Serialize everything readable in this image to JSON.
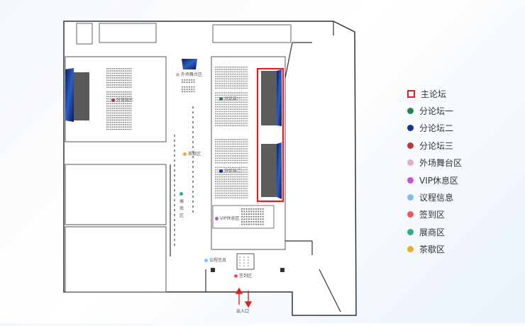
{
  "floorplan": {
    "areas": {
      "forum3": "分论坛三",
      "outdoor_stage": "外场舞台区",
      "forum1": "分论坛一",
      "forum2": "分论坛二",
      "tea": "茶歇区",
      "expo": "展商区",
      "vip": "VIP休息区",
      "agenda": "议程信息",
      "checkin": "签到区",
      "entrance": "出入口"
    },
    "expo_chars": [
      "展",
      "商",
      "区"
    ]
  },
  "legend": {
    "items": [
      {
        "label": "主论坛",
        "color": "#e41d1d",
        "shape": "square"
      },
      {
        "label": "分论坛一",
        "color": "#1f8a4c",
        "shape": "circle"
      },
      {
        "label": "分论坛二",
        "color": "#13329a",
        "shape": "circle"
      },
      {
        "label": "分论坛三",
        "color": "#c0373a",
        "shape": "circle"
      },
      {
        "label": "外场舞台区",
        "color": "#e8a8c8",
        "shape": "circle"
      },
      {
        "label": "VIP休息区",
        "color": "#c64fd8",
        "shape": "circle"
      },
      {
        "label": "议程信息",
        "color": "#7fbef0",
        "shape": "circle"
      },
      {
        "label": "签到区",
        "color": "#f2565a",
        "shape": "circle"
      },
      {
        "label": "展商区",
        "color": "#2fae82",
        "shape": "circle"
      },
      {
        "label": "茶歇区",
        "color": "#f4a92b",
        "shape": "circle"
      }
    ]
  }
}
